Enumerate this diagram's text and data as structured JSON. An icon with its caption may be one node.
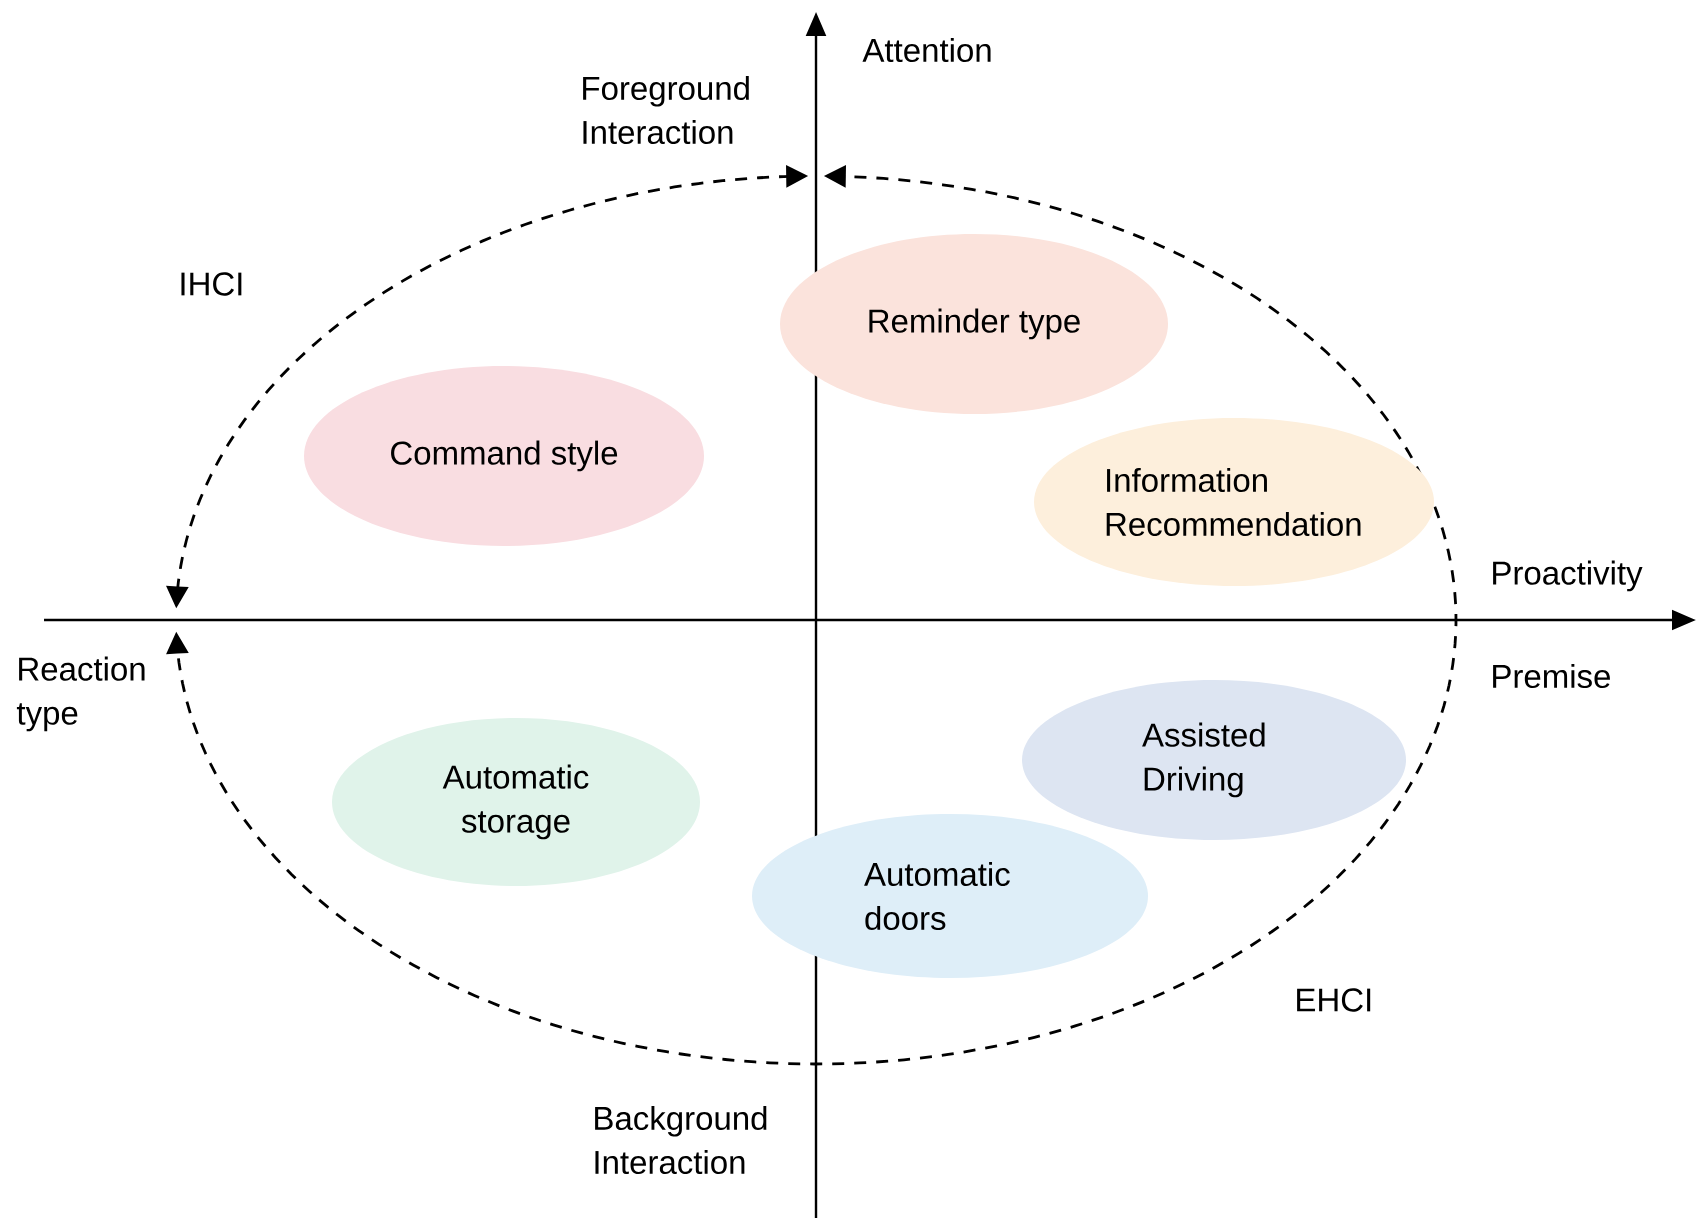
{
  "diagram": {
    "nodes": [
      {
        "text": [
          "Reminder type"
        ]
      },
      {
        "text": [
          "Command style"
        ]
      },
      {
        "text": [
          "Information Recommendation"
        ]
      },
      {
        "text": [
          "Assisted Driving"
        ]
      },
      {
        "text": [
          "Automatic storage"
        ]
      },
      {
        "text": [
          "Automatic doors"
        ]
      }
    ],
    "labels": [
      "Attention",
      "Foreground Interaction",
      "IHCI",
      "Proactivity",
      "Reaction type",
      "Premise",
      "Background Interaction",
      "EHCI"
    ]
  }
}
